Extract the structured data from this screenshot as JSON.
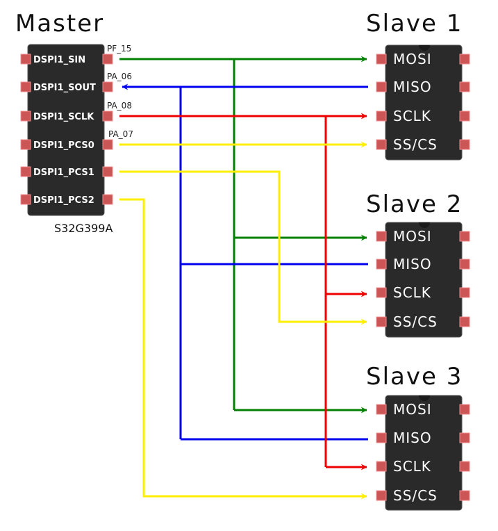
{
  "master": {
    "title": "Master",
    "chip_name": "S32G399A",
    "pins": [
      {
        "label": "DSPI1_SIN",
        "net": "PF_15"
      },
      {
        "label": "DSPI1_SOUT",
        "net": "PA_06"
      },
      {
        "label": "DSPI1_SCLK",
        "net": "PA_08"
      },
      {
        "label": "DSPI1_PCS0",
        "net": "PA_07"
      },
      {
        "label": "DSPI1_PCS1",
        "net": ""
      },
      {
        "label": "DSPI1_PCS2",
        "net": ""
      }
    ]
  },
  "slaves": [
    {
      "title": "Slave 1",
      "pins": [
        "MOSI",
        "MISO",
        "SCLK",
        "SS/CS"
      ]
    },
    {
      "title": "Slave 2",
      "pins": [
        "MOSI",
        "MISO",
        "SCLK",
        "SS/CS"
      ]
    },
    {
      "title": "Slave 3",
      "pins": [
        "MOSI",
        "MISO",
        "SCLK",
        "SS/CS"
      ]
    }
  ],
  "colors": {
    "chip_body": "#2a2a2a",
    "pin_fill": "#cc5555",
    "mosi": "#008000",
    "miso": "#0000ee",
    "sclk": "#ee0000",
    "cs": "#ffee00"
  }
}
